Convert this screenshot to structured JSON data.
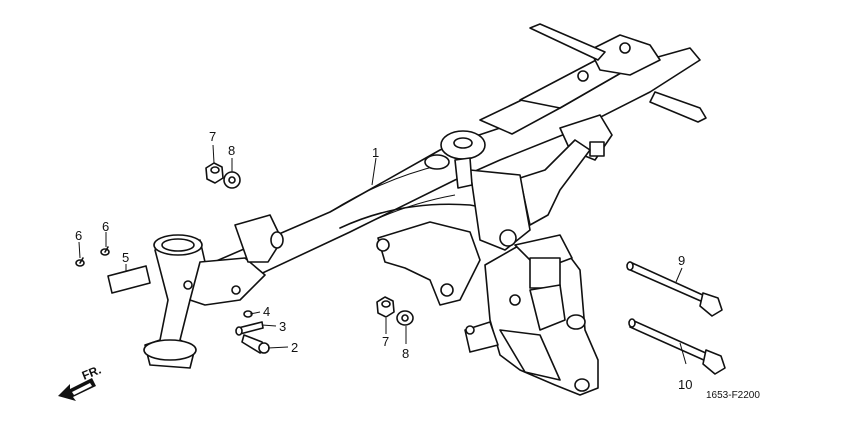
{
  "callouts": [
    {
      "id": "c1",
      "text": "1"
    },
    {
      "id": "c2",
      "text": "2"
    },
    {
      "id": "c3",
      "text": "3"
    },
    {
      "id": "c4",
      "text": "4"
    },
    {
      "id": "c5",
      "text": "5"
    },
    {
      "id": "c6a",
      "text": "6"
    },
    {
      "id": "c6b",
      "text": "6"
    },
    {
      "id": "c7a",
      "text": "7"
    },
    {
      "id": "c7b",
      "text": "7"
    },
    {
      "id": "c8a",
      "text": "8"
    },
    {
      "id": "c8b",
      "text": "8"
    },
    {
      "id": "c9",
      "text": "9"
    },
    {
      "id": "c10",
      "text": "10"
    }
  ],
  "direction_label": "FR.",
  "diagram_code": "1653-F2200"
}
